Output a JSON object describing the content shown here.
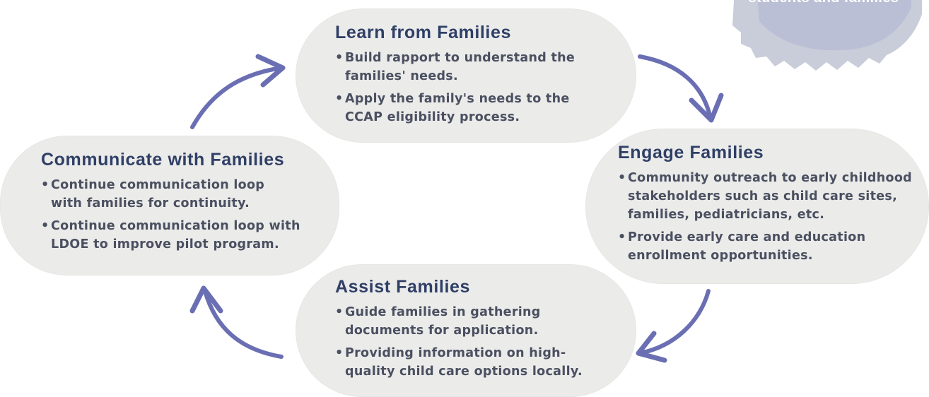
{
  "badge": {
    "text": "students and families"
  },
  "nodes": {
    "learn": {
      "title": "Learn from Families",
      "bullets": [
        "Build rapport to understand the families' needs.",
        "Apply the family's needs to the CCAP eligibility process."
      ]
    },
    "engage": {
      "title": "Engage Families",
      "bullets": [
        "Community outreach to early childhood stakeholders such as child care sites, families, pediatricians, etc.",
        "Provide early care and education enrollment opportunities."
      ]
    },
    "assist": {
      "title": "Assist Families",
      "bullets": [
        "Guide families in gathering documents for application.",
        "Providing information on high-quality child care options locally."
      ]
    },
    "communicate": {
      "title": "Communicate with Families",
      "bullets": [
        "Continue communication loop with families for continuity.",
        "Continue communication loop with LDOE to improve pilot program."
      ]
    }
  },
  "colors": {
    "arrow": "#6a6fb3",
    "title": "#2f3f66",
    "body": "#4a5060",
    "pill": "#ebebea"
  }
}
